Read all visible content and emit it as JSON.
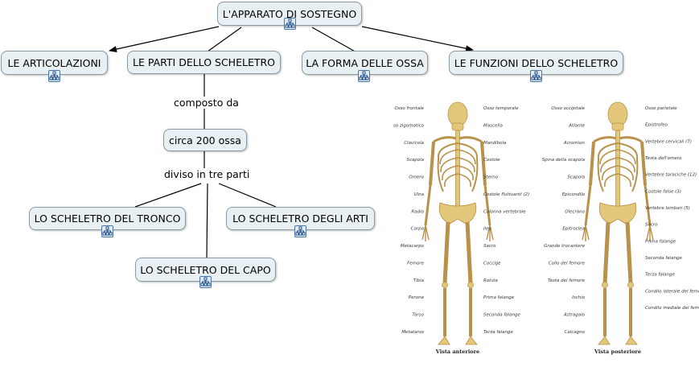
{
  "nodes": {
    "root": "L'APPARATO DI SOSTEGNO",
    "articolazioni": "LE ARTICOLAZIONI",
    "parti": "LE PARTI DELLO SCHELETRO",
    "forma": "LA FORMA DELLE OSSA",
    "funzioni": "LE FUNZIONI DELLO SCHELETRO",
    "ossa": "circa 200 ossa",
    "tronco": "LO SCHELETRO DEL TRONCO",
    "arti": "LO SCHELETRO DEGLI ARTI",
    "capo": "LO SCHELETRO DEL CAPO"
  },
  "links": {
    "composto": "composto da",
    "diviso": "diviso in tre parti"
  },
  "skeleton": {
    "anterior_caption": "Vista anteriore",
    "posterior_caption": "Vista posteriore",
    "anterior_left": [
      "Osso frontale",
      "Osso zigomatico",
      "Clavicola",
      "Scapola",
      "Omero",
      "Ulna",
      "Radio",
      "Carpo",
      "Metacarpo",
      "Femore",
      "Tibia",
      "Perone",
      "Tarso",
      "Metatarso"
    ],
    "anterior_right": [
      "Osso temporale",
      "Mascella",
      "Mandibola",
      "Costole",
      "Sterno",
      "Costole fluttuanti (2)",
      "Colonna vertebrale",
      "Ileo",
      "Sacro",
      "Coccige",
      "Rotula",
      "Prima falange",
      "Seconda falange",
      "Terza falange"
    ],
    "posterior_left": [
      "Osso occipitale",
      "Atlante",
      "Acromion",
      "Spina della scapola",
      "Scapola",
      "Epicondilo",
      "Olecrano",
      "Epitroclea",
      "Grande trocantere",
      "Collo del femore",
      "Testa del femore",
      "Ischio",
      "Astragalo",
      "Calcagno"
    ],
    "posterior_right": [
      "Osso parietale",
      "Epistrofeo",
      "Vertebre cervicali (7)",
      "Testa dell'omero",
      "Vertebre toraciche (12)",
      "Costole false (3)",
      "Vertebre lombari (5)",
      "Sacro",
      "Prima falange",
      "Seconda falange",
      "Terza falange",
      "Condilo laterale del femore",
      "Condilo mediale del femore"
    ]
  },
  "colors": {
    "node_bg": "#e8f0f4",
    "node_border": "#8c9aa3",
    "bone": "#e3c77a",
    "bone_shade": "#c9a45a"
  }
}
